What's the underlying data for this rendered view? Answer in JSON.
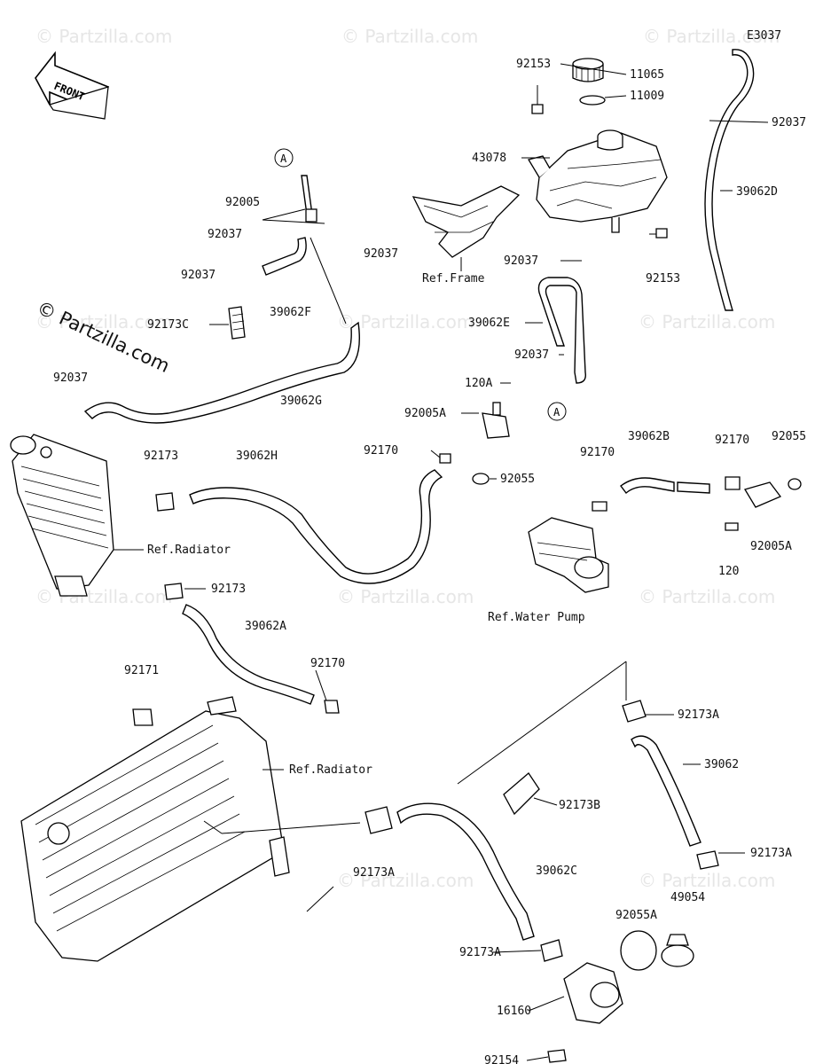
{
  "diagram_code": "E3037",
  "watermark": "© Partzilla.com",
  "front_arrow_label": "FRONT",
  "callout_a": "A",
  "labels": {
    "p92153_top": "92153",
    "p11065": "11065",
    "p11009": "11009",
    "p92037_tr": "92037",
    "p43078": "43078",
    "p39062D": "39062D",
    "p92005_top": "92005",
    "p92037_a": "92037",
    "p92037_b": "92037",
    "p92037_c": "92037",
    "p39062F": "39062F",
    "p92173C": "92173C",
    "ref_frame": "Ref.Frame",
    "p92037_d": "92037",
    "p92153_mid": "92153",
    "p39062E": "39062E",
    "p92037_e": "92037",
    "p120A": "120A",
    "p39062G": "39062G",
    "p92037_left": "92037",
    "p92005A_mid": "92005A",
    "p92170_mid": "92170",
    "p92055_mid": "92055",
    "p92173_left": "92173",
    "p39062H": "39062H",
    "p39062B": "39062B",
    "p92170_r1": "92170",
    "p92170_r2": "92170",
    "p92055_r": "92055",
    "ref_radiator_1": "Ref.Radiator",
    "p92005A_r": "92005A",
    "p120": "120",
    "p92173_mid": "92173",
    "ref_water_pump": "Ref.Water Pump",
    "p39062A": "39062A",
    "p92171": "92171",
    "p92170_low": "92170",
    "p92173A_r": "92173A",
    "ref_radiator_2": "Ref.Radiator",
    "p39062": "39062",
    "p92173B": "92173B",
    "p92173A_mid": "92173A",
    "p39062C": "39062C",
    "p92173A_r2": "92173A",
    "p49054": "49054",
    "p92055A": "92055A",
    "p92173A_low": "92173A",
    "p16160": "16160",
    "p92154": "92154"
  }
}
